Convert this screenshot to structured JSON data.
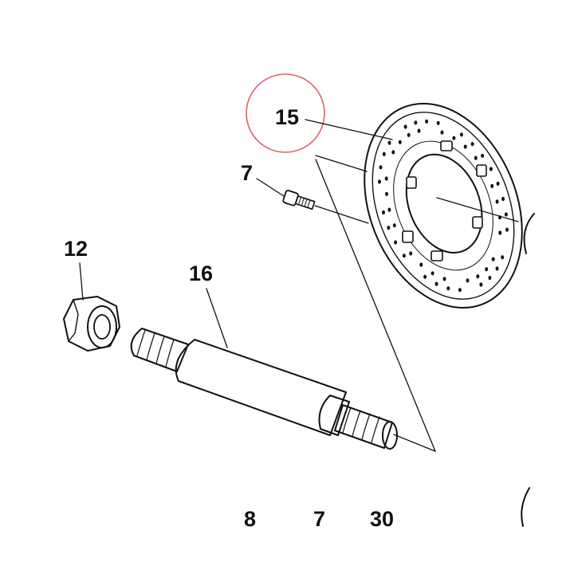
{
  "labels": {
    "disc": "15",
    "screw": "7",
    "nut": "12",
    "axle": "16",
    "bottom_left": "8",
    "bottom_mid": "7",
    "bottom_right": "30"
  },
  "highlight": {
    "color": "#d9636b",
    "target": "15"
  },
  "colors": {
    "ink": "#111111",
    "background": "#ffffff"
  }
}
